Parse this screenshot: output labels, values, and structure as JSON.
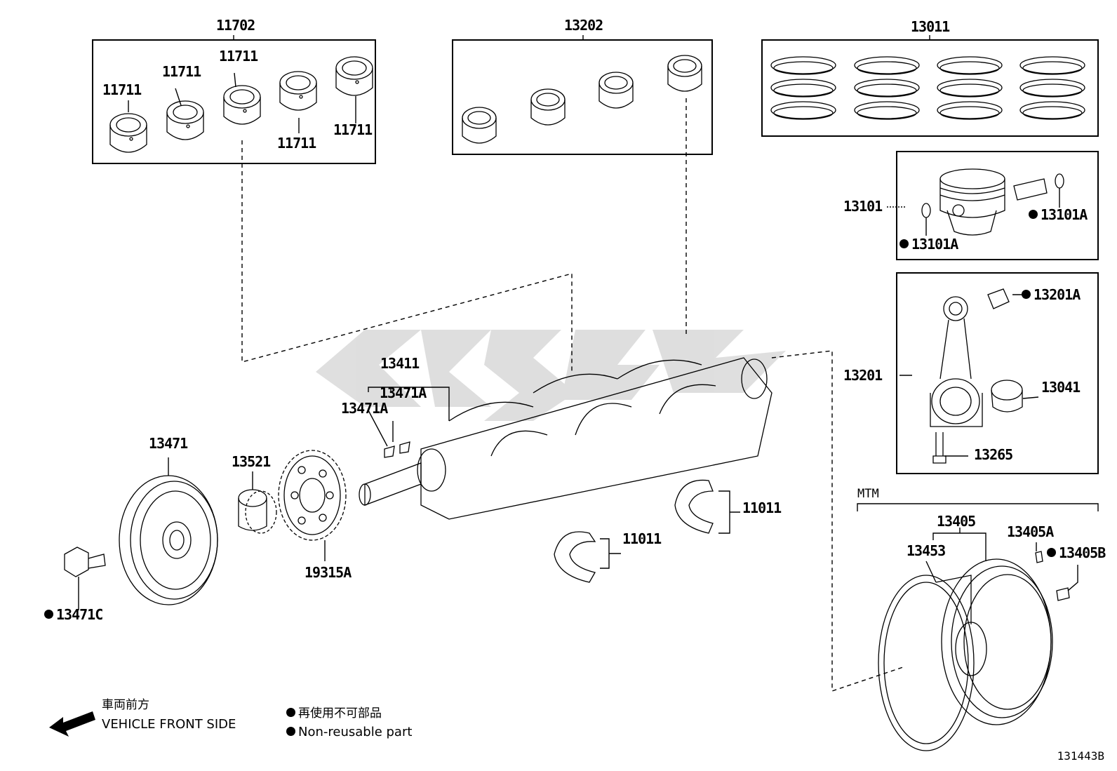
{
  "diagram_id": "131443B",
  "labels": {
    "l11702": "11702",
    "l11711_a": "11711",
    "l11711_b": "11711",
    "l11711_c": "11711",
    "l11711_d": "11711",
    "l11711_e": "11711",
    "l13202": "13202",
    "l13011": "13011",
    "l13101": "13101",
    "l13101A_a": "13101A",
    "l13101A_b": "13101A",
    "l13201": "13201",
    "l13201A": "13201A",
    "l13041": "13041",
    "l13265": "13265",
    "l13411": "13411",
    "l13471A_a": "13471A",
    "l13471A_b": "13471A",
    "l13471": "13471",
    "l13521": "13521",
    "l19315A": "19315A",
    "l13471C": "13471C",
    "l11011_a": "11011",
    "l11011_b": "11011",
    "lMTM": "MTM",
    "l13405": "13405",
    "l13453": "13453",
    "l13405A": "13405A",
    "l13405B": "13405B"
  },
  "legend": {
    "front_jp": "車両前方",
    "front_en": "VEHICLE FRONT SIDE",
    "nonreusable_jp": "再使用不可部品",
    "nonreusable_en": "Non-reusable part"
  },
  "icons": {
    "nonreusable_marker": "filled-circle-icon",
    "front_direction": "arrow-left-icon"
  },
  "colors": {
    "line": "#000000",
    "background": "#ffffff",
    "watermark": "#d9d9d9"
  }
}
